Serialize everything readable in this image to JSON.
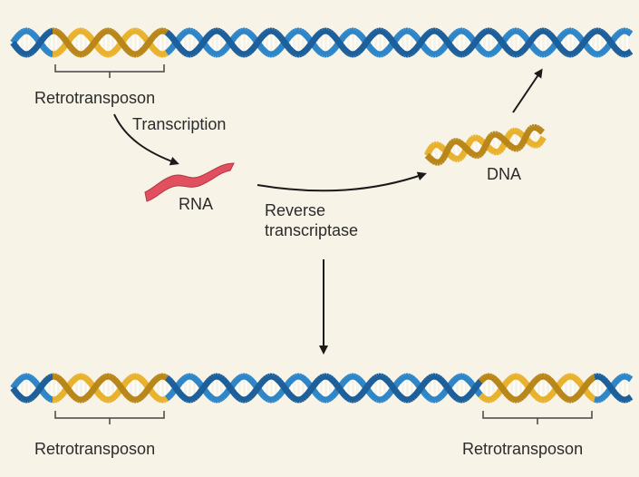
{
  "labels": {
    "top_retrotransposon": "Retrotransposon",
    "transcription": "Transcription",
    "rna": "RNA",
    "reverse_transcriptase_line1": "Reverse",
    "reverse_transcriptase_line2": "transcriptase",
    "dna": "DNA",
    "bottom_retrotransposon_left": "Retrotransposon",
    "bottom_retrotransposon_right": "Retrotransposon"
  },
  "colors": {
    "background": "#f7f3e6",
    "host_dna": "#2e86c8",
    "host_dna_dark": "#1d5f9a",
    "retrotransposon": "#e9b22e",
    "retrotransposon_dark": "#b9861a",
    "rna": "#e0505e",
    "arrow": "#1a1a1a",
    "bracket": "#444444"
  }
}
